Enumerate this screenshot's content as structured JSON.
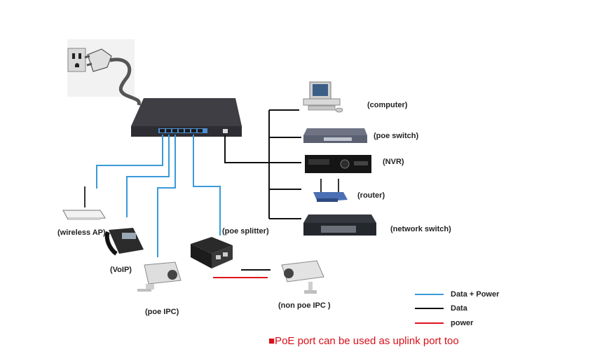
{
  "labels": {
    "computer": "(computer)",
    "poe_switch": "(poe switch)",
    "nvr": "(NVR)",
    "router": "(router)",
    "network_switch": "(network switch)",
    "wireless_ap": "(wireless  AP)",
    "voip": "(VoIP)",
    "poe_splitter": "(poe splitter)",
    "poe_ipc": "(poe IPC)",
    "non_poe_ipc": "(non poe IPC )"
  },
  "legend": {
    "items": [
      {
        "label": "Data + Power",
        "color": "#3a9ad9"
      },
      {
        "label": "Data",
        "color": "#111111"
      },
      {
        "label": "power",
        "color": "#e0141e"
      }
    ]
  },
  "note": "■PoE port can be used as uplink port too",
  "colors": {
    "data_power": "#3a9ad9",
    "data": "#111111",
    "power": "#e0141e",
    "note": "#d8101a"
  },
  "icons": [
    "wall-outlet-icon",
    "power-plug-icon",
    "poe-switch-device",
    "computer-icon",
    "switch-icon",
    "nvr-icon",
    "router-icon",
    "network-switch-icon",
    "wireless-ap-icon",
    "voip-phone-icon",
    "ip-camera-icon",
    "poe-splitter-icon"
  ]
}
